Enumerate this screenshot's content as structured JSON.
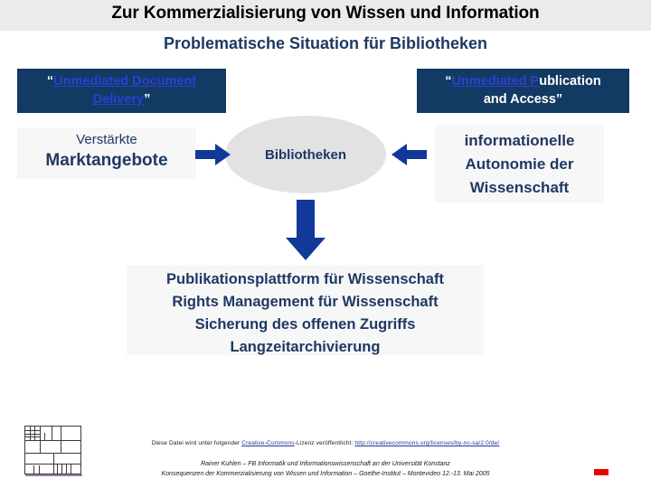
{
  "slide": {
    "title_line1": "Zur Kommerzialisierung von Wissen und Information",
    "title_line2": "Problematische Situation für Bibliotheken"
  },
  "colors": {
    "dark_box_bg": "#123a63",
    "accent_navy": "#1f3864",
    "link_blue": "#2b3fd0",
    "arrow_blue": "#12389a",
    "ellipse_gray": "#e2e2e2",
    "panel_gray": "#f7f7f7",
    "title_bar_gray": "#ebebeb",
    "red_mark": "#ec0000"
  },
  "boxes": {
    "unmediated_document_delivery": {
      "open_quote": "“",
      "link_text_line1": "Unmediated Document",
      "link_text_line2": "Delivery",
      "close_quote": "”"
    },
    "unmediated_publication_access": {
      "open_quote": "“",
      "link_text": "Unmediated P",
      "plain_text_line1": "ublication",
      "plain_text_line2": "and Access",
      "close_quote": "”"
    }
  },
  "panels": {
    "marktangebote": {
      "small_text": "Verstärkte",
      "big_text": "Marktangebote"
    },
    "autonomie": {
      "line1": "informationelle",
      "line2": "Autonomie der",
      "line3": "Wissenschaft"
    },
    "bottom_tasks": {
      "line1": "Publikationsplattform für Wissenschaft",
      "line2": "Rights Management für Wissenschaft",
      "line3": "Sicherung des offenen Zugriffs",
      "line4": "Langzeitarchivierung"
    }
  },
  "ellipse": {
    "label": "Bibliotheken"
  },
  "arrows": {
    "right_label": "arrow-right",
    "left_label": "arrow-left",
    "down_label": "arrow-down"
  },
  "footer": {
    "license_prefix": "Diese Datei wird unter folgender ",
    "license_link": "Creative-Commons",
    "license_middle": "-Lizenz veröffentlicht: ",
    "license_url": "http://creativecommons.org/licenses/by-nc-sa/2.0/de/",
    "credit_line1": "Rainer Kuhlen – FB Informatik und Informationswissenschaft an der Universität Konstanz",
    "credit_line2": "Konsequenzen der Kommerzialisierung von Wissen und Information – Goethe-Institut – Montevideo 12.-13. Mai 2005"
  }
}
